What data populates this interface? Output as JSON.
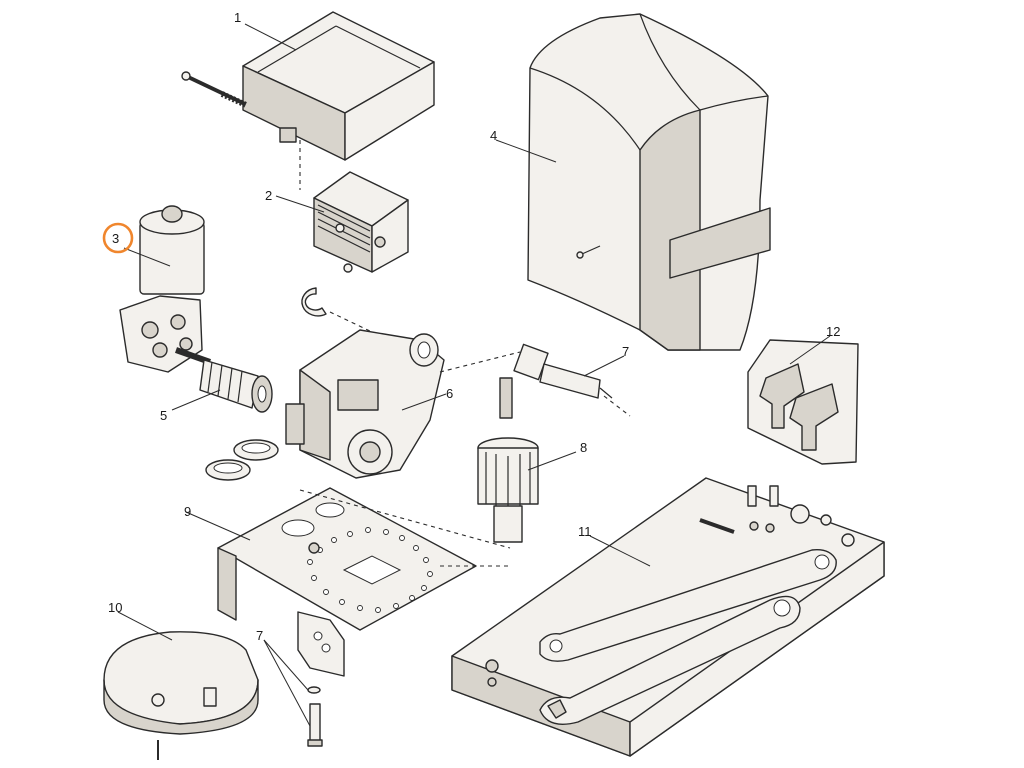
{
  "callouts": {
    "c1": "1",
    "c2": "2",
    "c3": "3",
    "c4": "4",
    "c5": "5",
    "c6": "6",
    "c7a": "7",
    "c7b": "7",
    "c8": "8",
    "c9": "9",
    "c10": "10",
    "c11": "11",
    "c12": "12"
  },
  "highlight": {
    "callout": "3",
    "color": "#f0862d"
  },
  "colors": {
    "line": "#2b2b2b",
    "part_fill": "#f3f1ed",
    "shade": "#bdb8ae"
  }
}
